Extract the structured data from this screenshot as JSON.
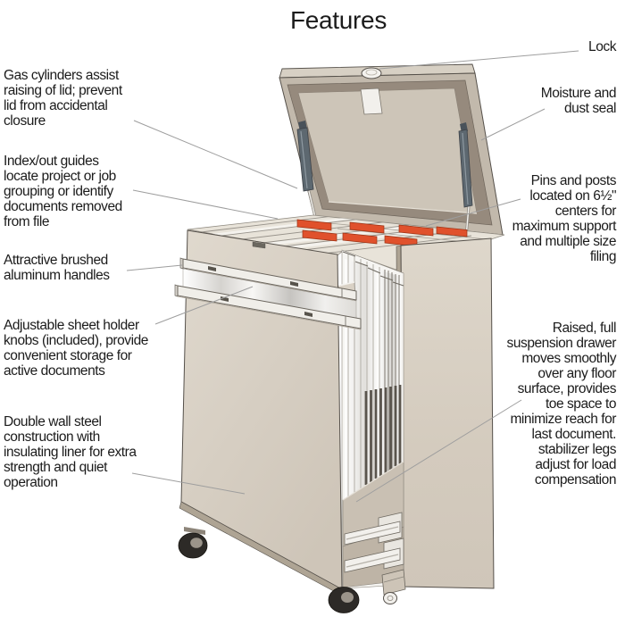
{
  "title": "Features",
  "callouts": {
    "gas_cylinders": {
      "label": "Gas cylinders assist\nraising of lid; prevent\nlid from accidental\nclosure"
    },
    "index_out_guides": {
      "label": "Index/out guides\nlocate project or job\ngrouping or identify\ndocuments removed\nfrom file"
    },
    "aluminum_handles": {
      "label": "Attractive brushed\naluminum handles"
    },
    "sheet_holder_knobs": {
      "label": "Adjustable sheet holder\nknobs (included), provide\nconvenient storage for\nactive documents"
    },
    "double_wall": {
      "label": "Double wall steel\nconstruction with\ninsulating liner for extra\nstrength and quiet\noperation"
    },
    "lock": {
      "label": "Lock"
    },
    "moisture_dust_seal": {
      "label": "Moisture and\ndust seal"
    },
    "pins_and_posts": {
      "label": "Pins and posts\nlocated on 6½\"\ncenters for\nmaximum support\nand multiple size\nfiling"
    },
    "suspension_drawer": {
      "label": "Raised, full\nsuspension drawer\nmoves smoothly\nover any floor\nsurface, provides\ntoe space to\nminimize reach for\nlast document.\nstabilizer legs\nadjust for load\ncompensation"
    }
  },
  "colors": {
    "background": "#ffffff",
    "text": "#1b1b1b",
    "leader_line": "#9e9e9e",
    "cabinet_beige": "#d6cec2",
    "lid_frame_taupe": "#968a7d",
    "file_tab_red": "#e0512c",
    "gas_cylinder_gray": "#5d6870",
    "brushed_metal": "#e8e7e4",
    "caster_black": "#2d2a27"
  },
  "illustration_parts": [
    "open-lid",
    "lock-knob",
    "lid-latch",
    "gas-cylinder-left",
    "gas-cylinder-right",
    "hanging-file-rails",
    "file-index-tabs",
    "right-wall",
    "interior-dividers",
    "drawer-floor",
    "drawer-slides",
    "stabilizer-leg",
    "caster-front-left",
    "caster-middle",
    "drawer-front-panel",
    "handle-rail-upper",
    "handle-rail-lower",
    "brushed-metal-band",
    "label-slot"
  ]
}
